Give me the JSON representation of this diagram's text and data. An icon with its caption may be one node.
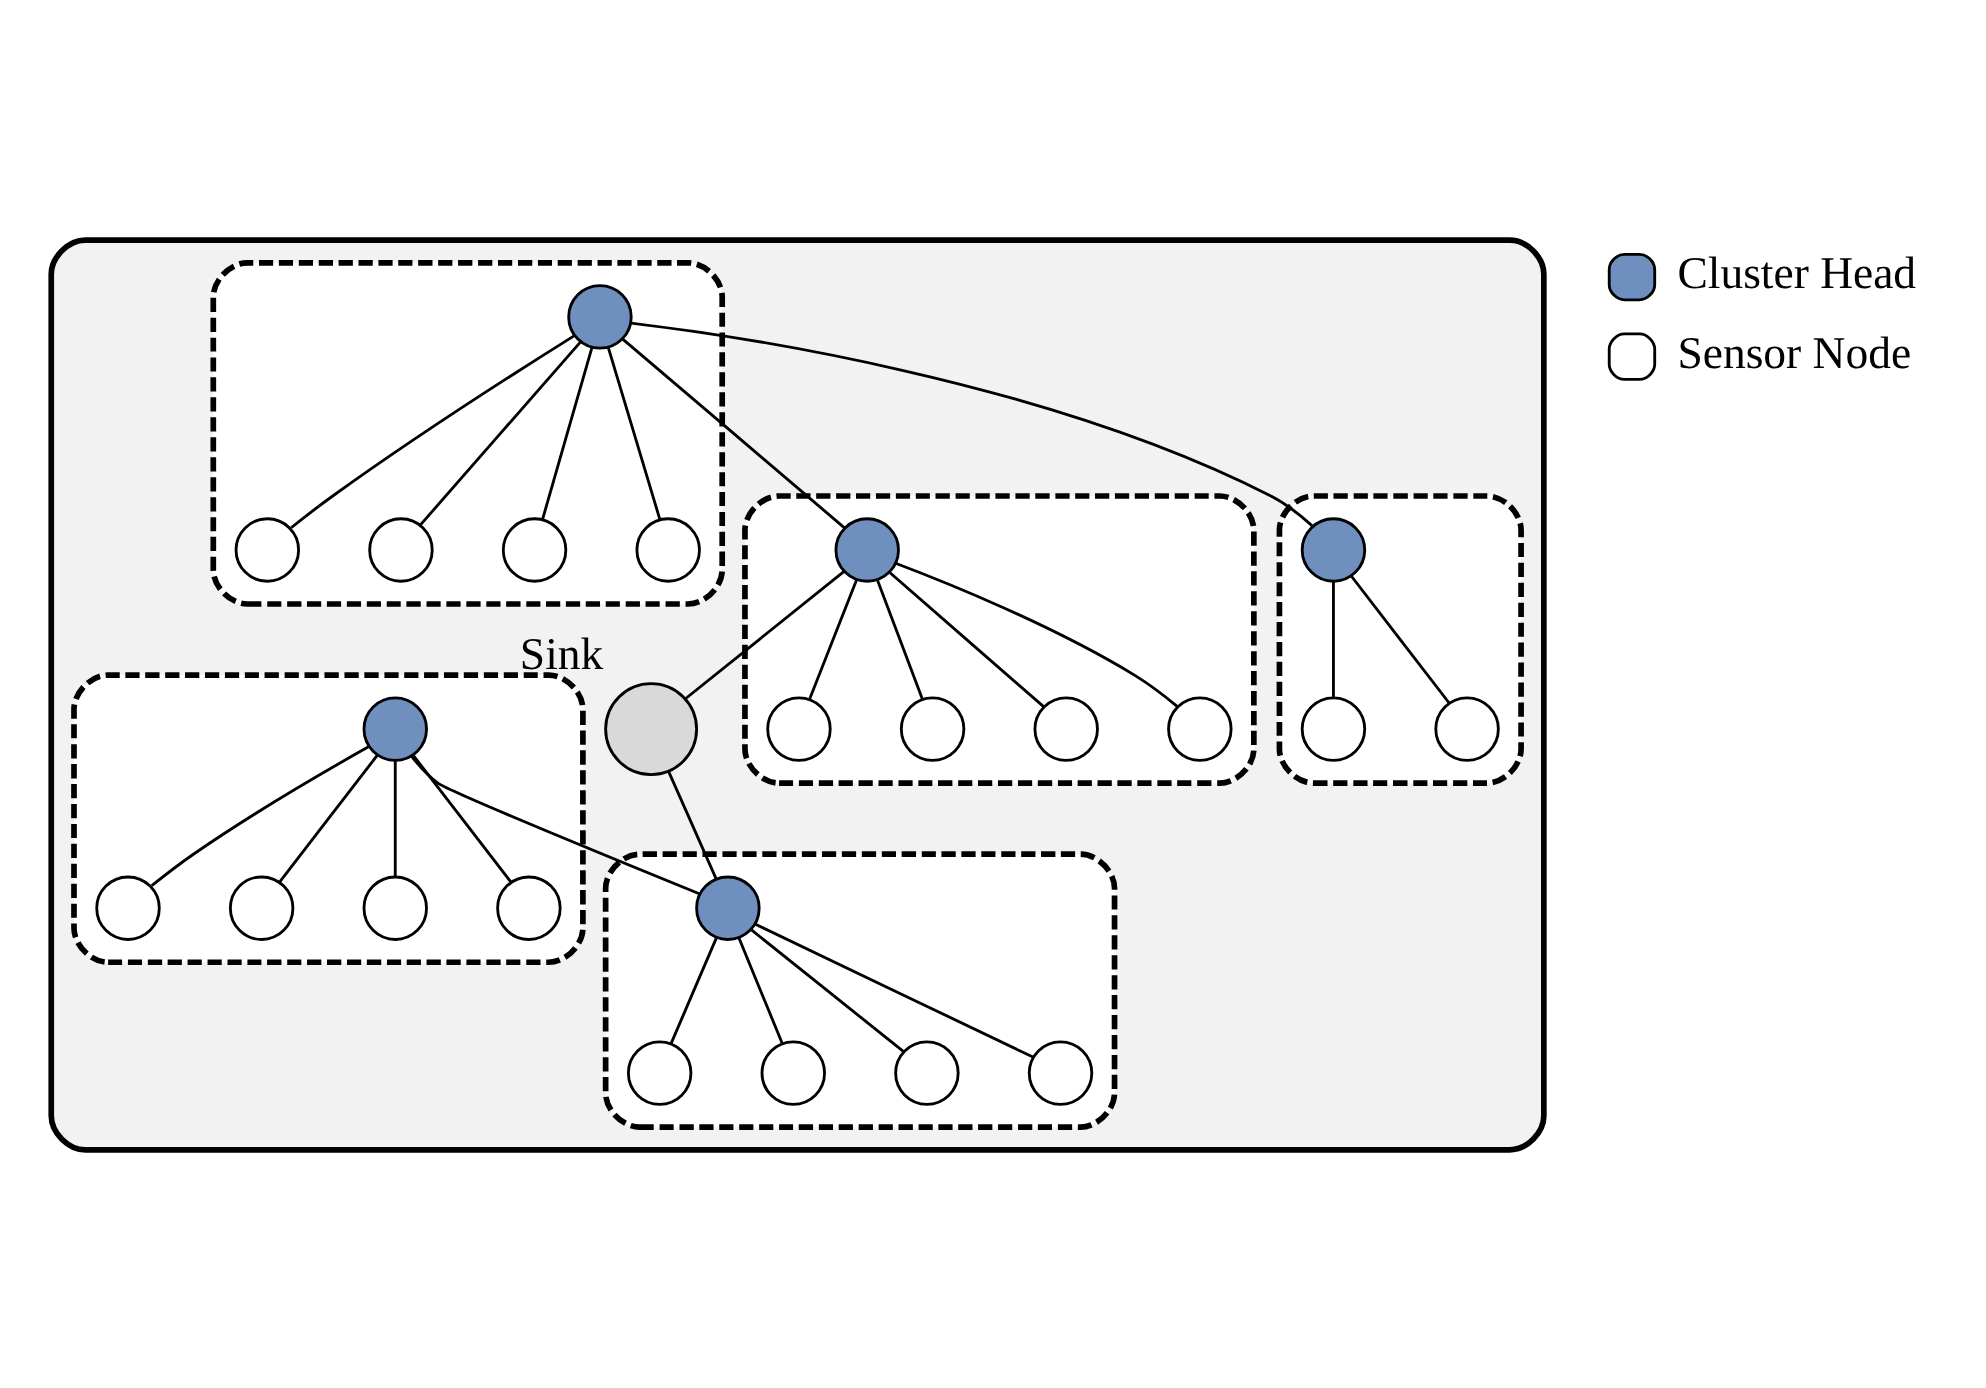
{
  "diagram": {
    "nodes": [
      {
        "text": [],
        "shape": "cloud"
      },
      {
        "text": [],
        "shape": "ellipse",
        "in": 0
      },
      {
        "text": [],
        "shape": "circle",
        "in": 1
      },
      {
        "text": [],
        "shape": "circle",
        "in": 1
      },
      {
        "text": [],
        "shape": "circle",
        "in": 1
      },
      {
        "text": [],
        "shape": "circle",
        "in": 1
      },
      {
        "text": [],
        "shape": "circle",
        "in": 1
      },
      {
        "text": [],
        "shape": "ellipse",
        "in": 0
      },
      {
        "text": [],
        "shape": "circle",
        "in": 7
      },
      {
        "text": [],
        "shape": "circle",
        "in": 7
      },
      {
        "text": [],
        "shape": "circle",
        "in": 7
      },
      {
        "text": [],
        "shape": "circle",
        "in": 7
      },
      {
        "text": [],
        "shape": "circle",
        "in": 7
      },
      {
        "text": [
          "Sink"
        ],
        "in": 0
      },
      {
        "text": [],
        "shape": "ellipse",
        "in": 0
      },
      {
        "text": [],
        "shape": "circle",
        "in": 14
      },
      {
        "text": [],
        "shape": "circle",
        "in": 14
      },
      {
        "text": [],
        "shape": "circle",
        "in": 14
      },
      {
        "text": [],
        "shape": "circle",
        "in": 14
      },
      {
        "text": [],
        "shape": "circle",
        "in": 14
      },
      {
        "text": [],
        "shape": "ellipse",
        "in": 0
      },
      {
        "text": [],
        "shape": "circle",
        "in": 20
      },
      {
        "text": [],
        "shape": "circle",
        "in": 20
      },
      {
        "text": [],
        "shape": "circle",
        "in": 20
      },
      {
        "text": [],
        "shape": "ellipse",
        "in": 0
      },
      {
        "text": [],
        "shape": "circle",
        "in": 24
      },
      {
        "text": [],
        "shape": "circle",
        "in": 24
      },
      {
        "text": [],
        "shape": "circle",
        "in": 24
      },
      {
        "text": [],
        "shape": "circle",
        "in": 24
      },
      {
        "text": [],
        "shape": "circle",
        "in": 24
      }
    ],
    "edges": [
      {
        "from": 2,
        "to": 3,
        "arrow": "none"
      },
      {
        "from": 2,
        "to": 4,
        "arrow": "none"
      },
      {
        "from": 2,
        "to": 5,
        "arrow": "none"
      },
      {
        "from": 2,
        "to": 6,
        "arrow": "none"
      },
      {
        "from": 2,
        "to": 21,
        "arrow": "none"
      },
      {
        "from": 2,
        "to": 8,
        "arrow": "none"
      },
      {
        "from": 8,
        "to": 9,
        "arrow": "none"
      },
      {
        "from": 8,
        "to": 10,
        "arrow": "none"
      },
      {
        "from": 8,
        "to": 11,
        "arrow": "none"
      },
      {
        "from": 8,
        "to": 12,
        "arrow": "none"
      },
      {
        "from": 8,
        "to": 13,
        "arrow": "none"
      },
      {
        "from": 13,
        "to": 17,
        "arrow": "none"
      },
      {
        "from": 17,
        "to": 15,
        "arrow": "none"
      },
      {
        "from": 17,
        "to": 16,
        "arrow": "none"
      },
      {
        "from": 17,
        "to": 18,
        "arrow": "none"
      },
      {
        "from": 17,
        "to": 19,
        "arrow": "none"
      },
      {
        "from": 21,
        "to": 22,
        "arrow": "none"
      },
      {
        "from": 21,
        "to": 23,
        "arrow": "none"
      },
      {
        "from": 25,
        "to": 26,
        "arrow": "none"
      },
      {
        "from": 25,
        "to": 27,
        "arrow": "none"
      },
      {
        "from": 25,
        "to": 28,
        "arrow": "none"
      },
      {
        "from": 25,
        "to": 29,
        "arrow": "none"
      },
      {
        "from": 25,
        "to": 17,
        "arrow": "none"
      }
    ],
    "legend": [
      {
        "text": "Cluster Head",
        "color": "#6f8fbf"
      },
      {
        "text": "Sensor Node",
        "color": "#ffffff"
      }
    ]
  }
}
